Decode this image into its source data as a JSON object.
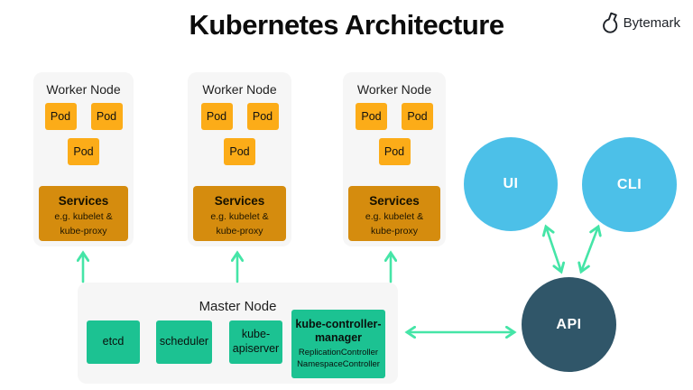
{
  "title": "Kubernetes Architecture",
  "brand": {
    "name": "Bytemark"
  },
  "worker_nodes": [
    {
      "label": "Worker Node",
      "pods": [
        "Pod",
        "Pod",
        "Pod"
      ],
      "services": {
        "title": "Services",
        "subtitle": "e.g. kubelet & kube-proxy"
      }
    },
    {
      "label": "Worker Node",
      "pods": [
        "Pod",
        "Pod",
        "Pod"
      ],
      "services": {
        "title": "Services",
        "subtitle": "e.g. kubelet & kube-proxy"
      }
    },
    {
      "label": "Worker Node",
      "pods": [
        "Pod",
        "Pod",
        "Pod"
      ],
      "services": {
        "title": "Services",
        "subtitle": "e.g. kubelet & kube-proxy"
      }
    }
  ],
  "master_node": {
    "label": "Master Node",
    "components": [
      {
        "label": "etcd"
      },
      {
        "label": "scheduler"
      },
      {
        "label": "kube-apiserver"
      },
      {
        "label": "kube-controller-manager",
        "sub": [
          "ReplicationController",
          "NamespaceController"
        ]
      }
    ]
  },
  "clients": [
    {
      "label": "UI"
    },
    {
      "label": "CLI"
    }
  ],
  "api": {
    "label": "API"
  },
  "colors": {
    "pod_orange": "#fcac18",
    "services_orange": "#d58c0e",
    "component_green": "#1cc292",
    "arrow_mint": "#45e5a7",
    "client_blue": "#4cc0e8",
    "api_dark_blue": "#305669",
    "node_gray": "#f6f6f6"
  }
}
